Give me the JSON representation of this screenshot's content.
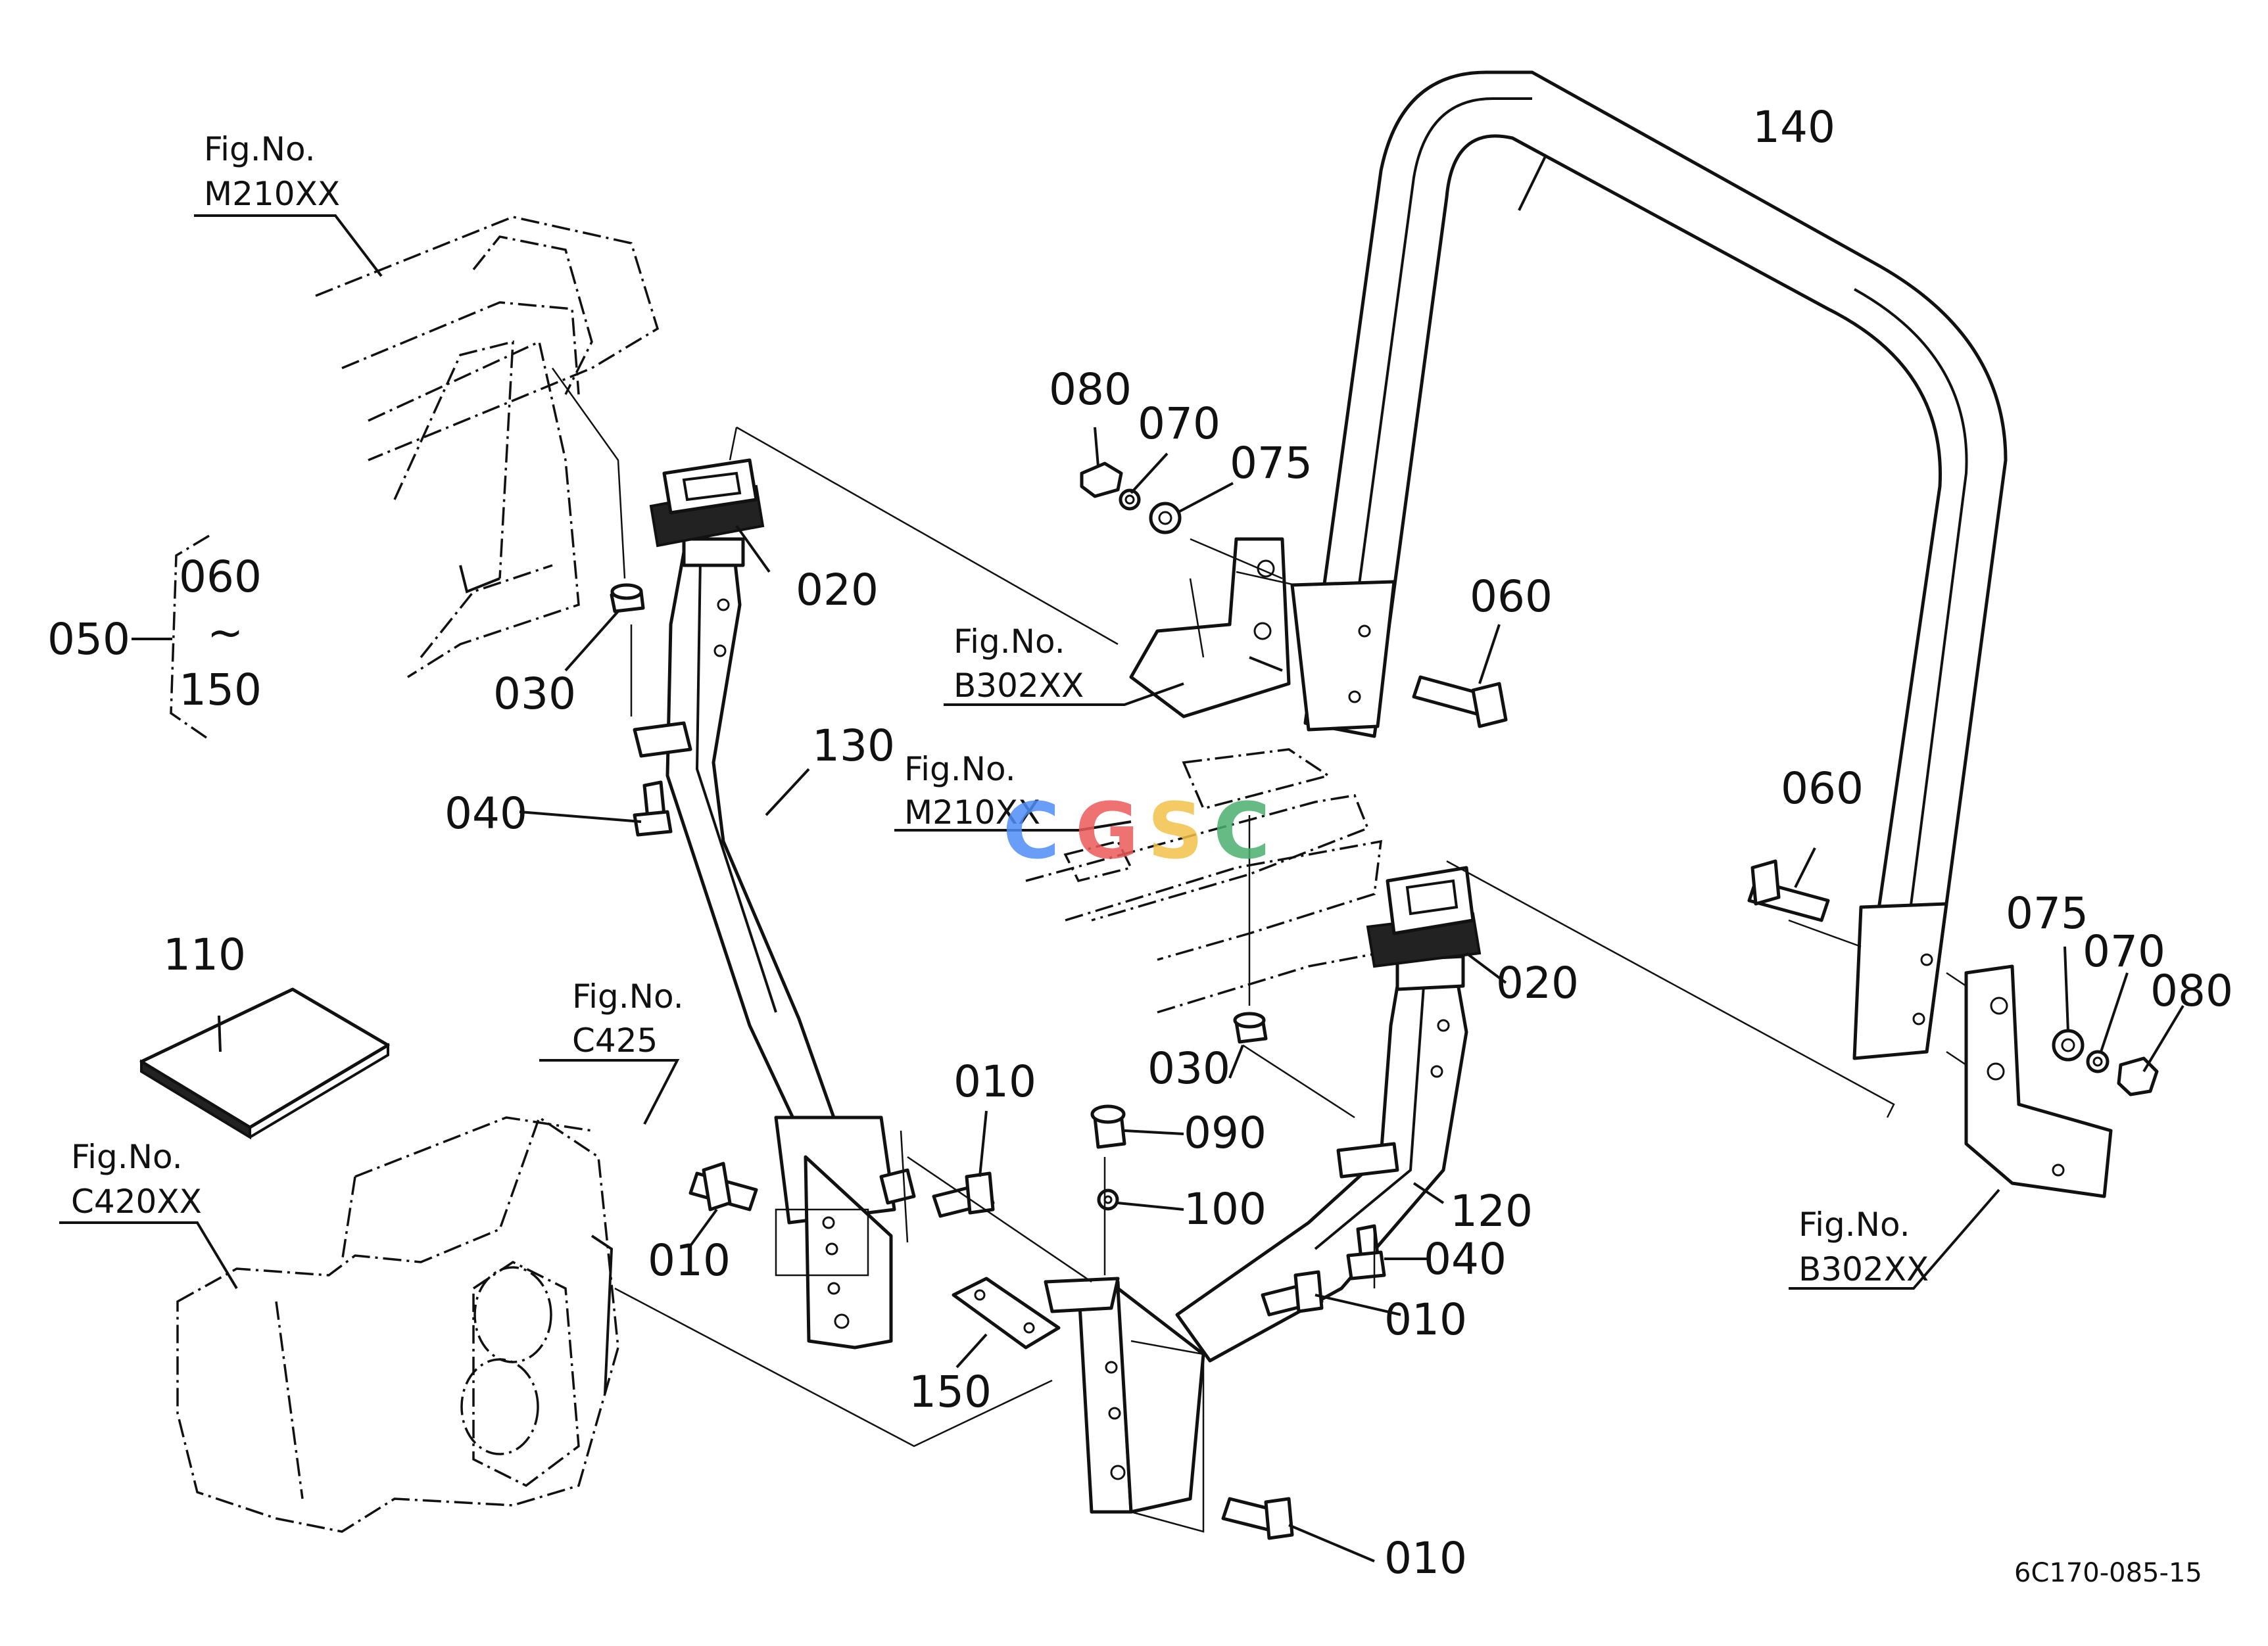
{
  "drawing_number": "6C170-085-15",
  "watermark": {
    "text": "CGSC",
    "letters": [
      "C",
      "G",
      "S",
      "C"
    ],
    "colors": [
      "#4f8ef7",
      "#ec5a5a",
      "#f3c14b",
      "#4cb06f"
    ]
  },
  "part_numbers": {
    "p140": "140",
    "p080a": "080",
    "p070a": "070",
    "p075a": "075",
    "p060a": "060",
    "p020a": "020",
    "p030a": "030",
    "p040a": "040",
    "p130": "130",
    "p110": "110",
    "p060b": "060",
    "p075b": "075",
    "p070b": "070",
    "p080b": "080",
    "p020b": "020",
    "p030b": "030",
    "p090": "090",
    "p100": "100",
    "p120": "120",
    "p040b": "040",
    "p010a": "010",
    "p010b": "010",
    "p010c": "010",
    "p010d": "010",
    "p150": "150"
  },
  "group_bracket": {
    "label": "050",
    "from": "060",
    "tilde": "~",
    "to": "150"
  },
  "figure_refs": [
    {
      "label": "Fig.No.",
      "code": "M210XX"
    },
    {
      "label": "Fig.No.",
      "code": "B302XX"
    },
    {
      "label": "Fig.No.",
      "code": "M210XX"
    },
    {
      "label": "Fig.No.",
      "code": "C425"
    },
    {
      "label": "Fig.No.",
      "code": "C420XX"
    },
    {
      "label": "Fig.No.",
      "code": "B302XX"
    }
  ]
}
